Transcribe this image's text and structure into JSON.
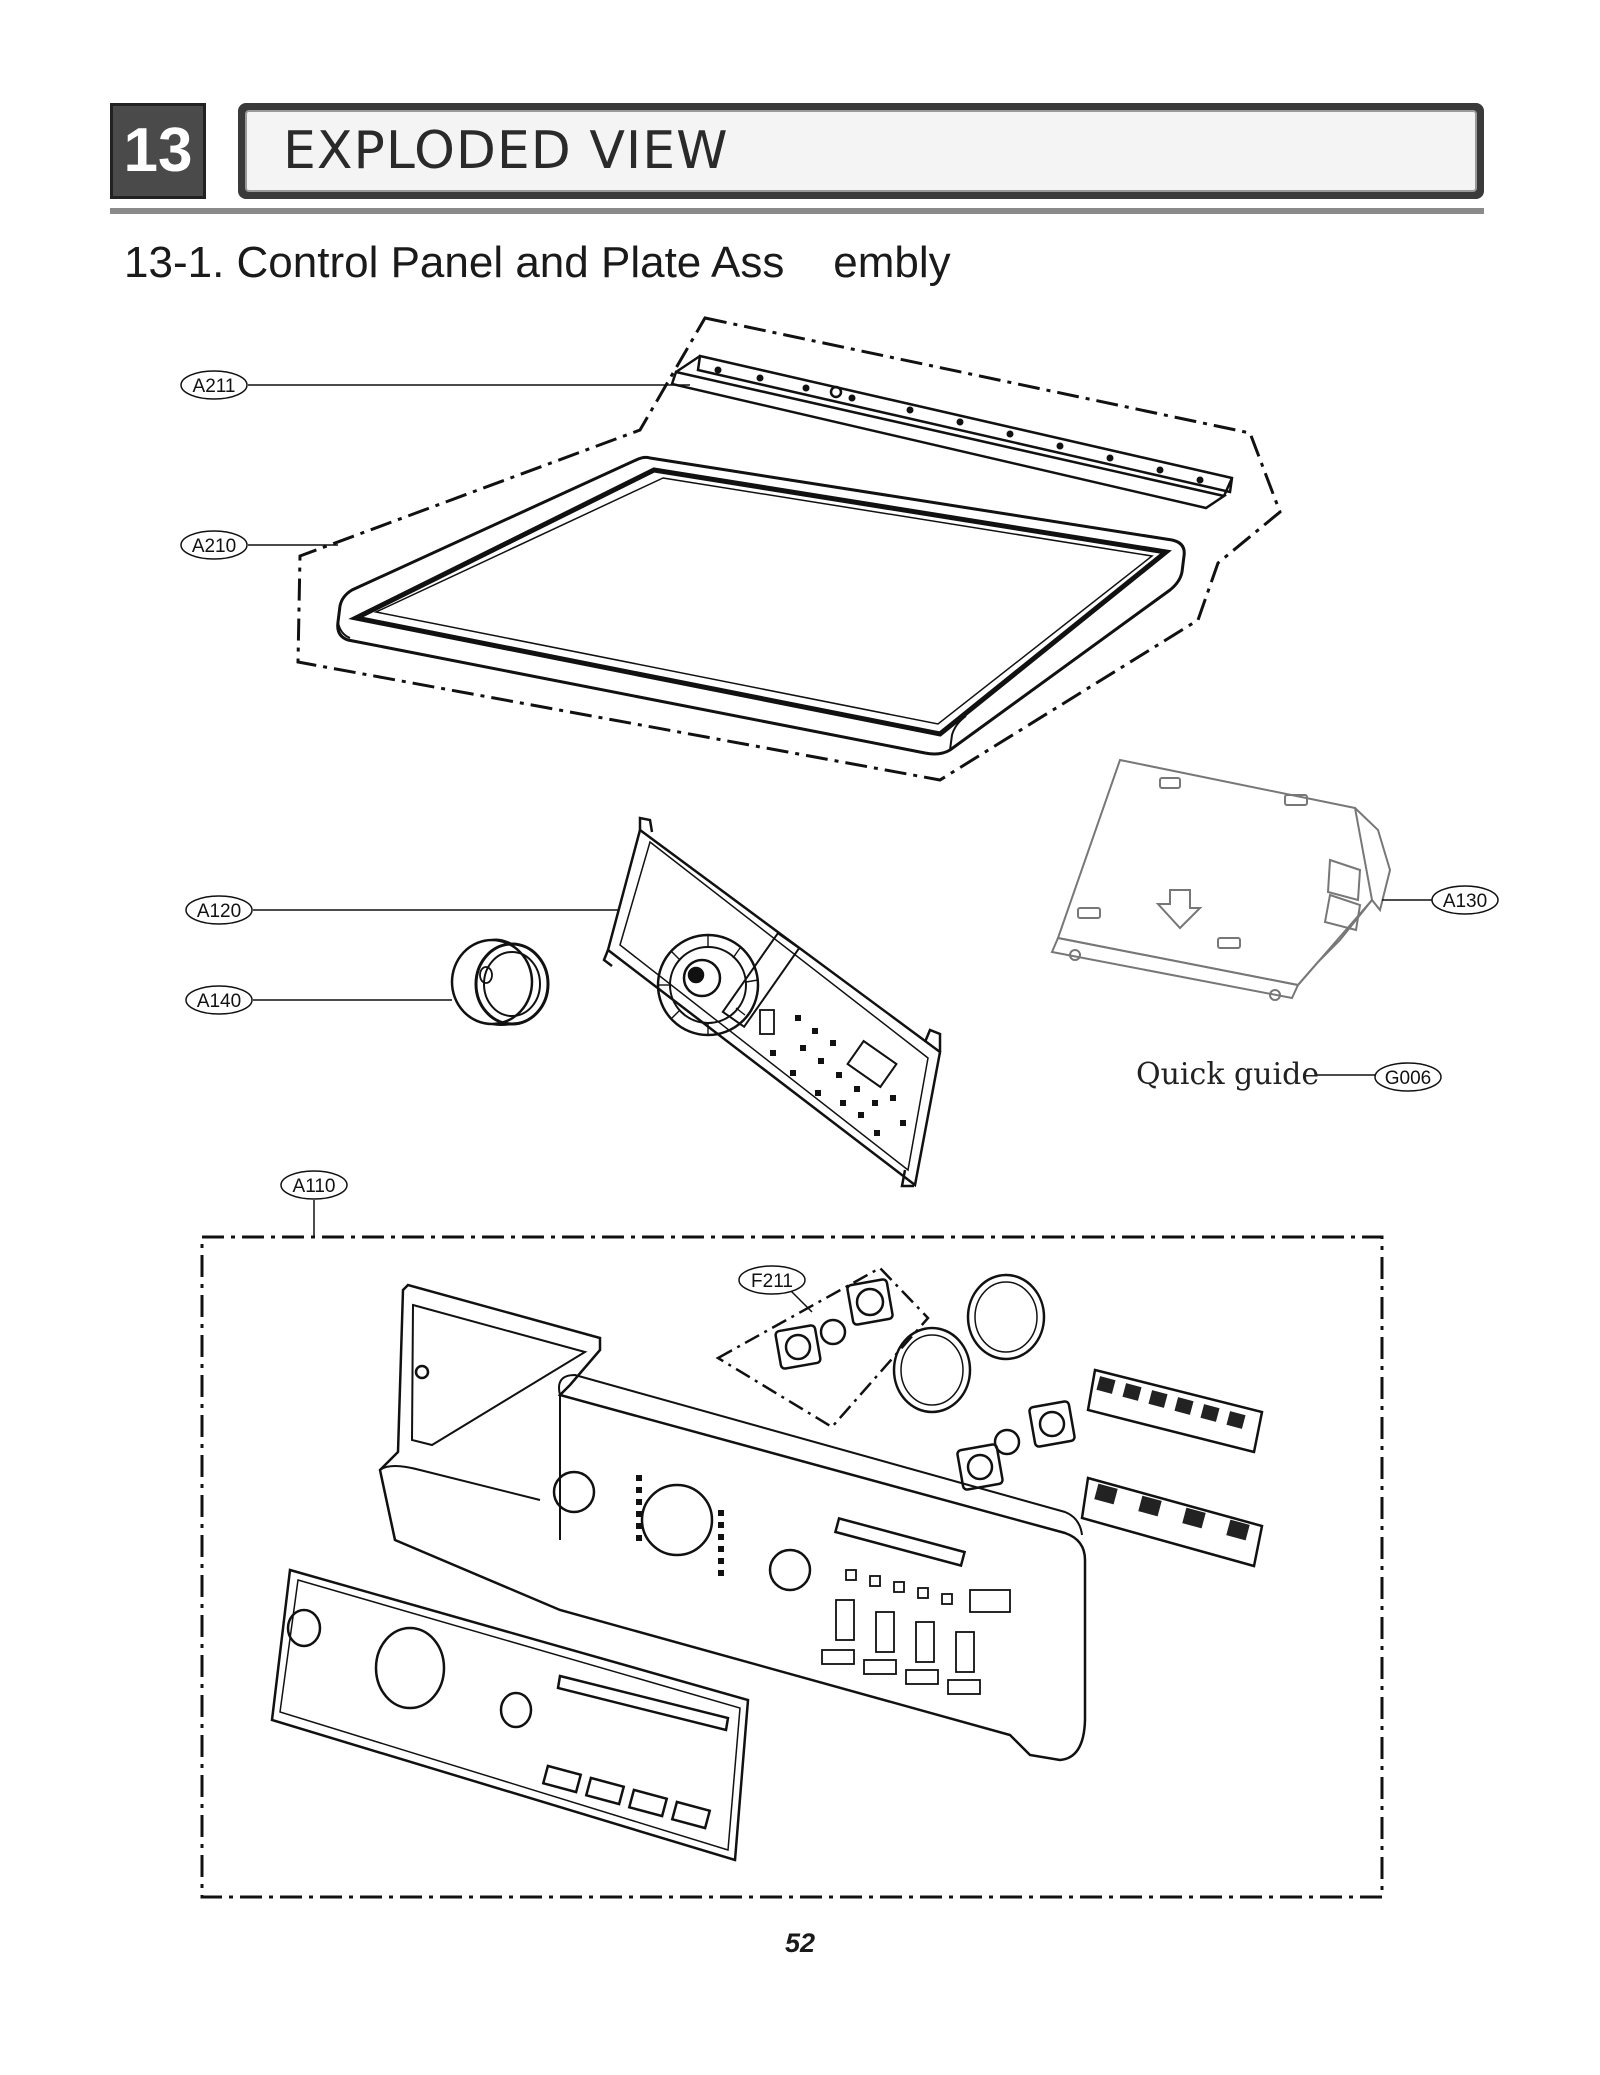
{
  "header": {
    "section_number": "13",
    "title": "EXPLODED VIEW"
  },
  "subtitle": "13-1. Control Panel and Plate Ass    embly",
  "callouts": {
    "a211": "A211",
    "a210": "A210",
    "a120": "A120",
    "a140": "A140",
    "a130": "A130",
    "g006": "G006",
    "a110": "A110",
    "f211": "F211"
  },
  "quick_guide_label": "Quick guide",
  "page_number": "52"
}
